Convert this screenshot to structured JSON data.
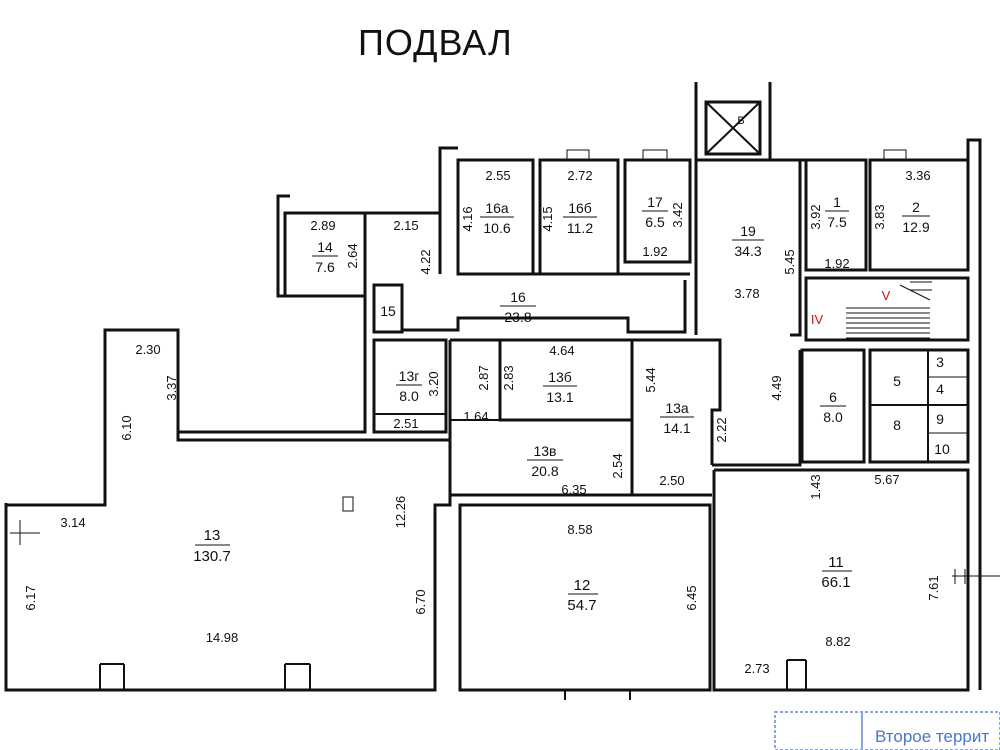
{
  "title": "ПОДВАЛ",
  "rooms": [
    {
      "id": "13",
      "area": "130.7"
    },
    {
      "id": "12",
      "area": "54.7"
    },
    {
      "id": "11",
      "area": "66.1"
    },
    {
      "id": "13в",
      "area": "20.8"
    },
    {
      "id": "13б",
      "area": "13.1"
    },
    {
      "id": "13а",
      "area": "14.1"
    },
    {
      "id": "13г",
      "area": "8.0"
    },
    {
      "id": "14",
      "area": "7.6"
    },
    {
      "id": "16",
      "area": "23.8"
    },
    {
      "id": "16а",
      "area": "10.6"
    },
    {
      "id": "16б",
      "area": "11.2"
    },
    {
      "id": "17",
      "area": "6.5"
    },
    {
      "id": "19",
      "area": "34.3"
    },
    {
      "id": "1",
      "area": "7.5"
    },
    {
      "id": "2",
      "area": "12.9"
    },
    {
      "id": "6",
      "area": "8.0"
    }
  ],
  "room_labels_single": [
    "15",
    "3",
    "4",
    "5",
    "8",
    "9",
    "10",
    "В"
  ],
  "dimensions": [
    "2.30",
    "3.37",
    "6.10",
    "3.14",
    "6.17",
    "12.26",
    "6.70",
    "14.98",
    "8.58",
    "6.45",
    "2.89",
    "2.64",
    "2.15",
    "4.22",
    "2.55",
    "4.16",
    "2.72",
    "4.15",
    "3.42",
    "1.92",
    "5.45",
    "3.78",
    "3.92",
    "3.83",
    "3.36",
    "1.92",
    "3.20",
    "2.51",
    "2.87",
    "2.83",
    "4.64",
    "5.44",
    "1.64",
    "2.22",
    "4.49",
    "2.54",
    "6.35",
    "2.50",
    "1.43",
    "5.67",
    "7.61",
    "8.82",
    "2.73"
  ],
  "stair_marks": [
    "IV",
    "V"
  ],
  "stamp_text": "Второе террит"
}
